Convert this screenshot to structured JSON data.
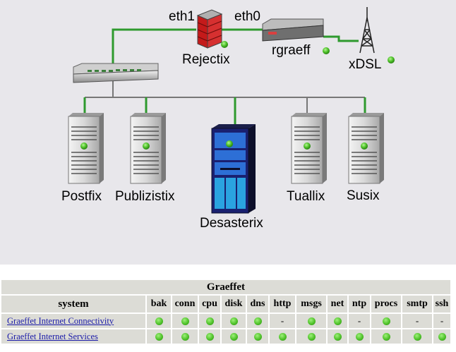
{
  "topology": {
    "nodes": {
      "firewall": {
        "name": "Rejectix",
        "iface_left": "eth1",
        "iface_right": "eth0"
      },
      "router": {
        "name": "rgraeff"
      },
      "uplink": {
        "name": "xDSL"
      },
      "servers": [
        {
          "name": "Postfix"
        },
        {
          "name": "Publizistix"
        },
        {
          "name": "Desasterix"
        },
        {
          "name": "Tuallix"
        },
        {
          "name": "Susix"
        }
      ]
    }
  },
  "status": {
    "group_title": "Graeffet",
    "system_header": "system",
    "columns": [
      "bak",
      "conn",
      "cpu",
      "disk",
      "dns",
      "http",
      "msgs",
      "net",
      "ntp",
      "procs",
      "smtp",
      "ssh"
    ],
    "rows": [
      {
        "label": "Graeffet Internet Connectivity",
        "cells": [
          "ok",
          "ok",
          "ok",
          "ok",
          "ok",
          "-",
          "ok",
          "ok",
          "-",
          "ok",
          "-",
          "-"
        ]
      },
      {
        "label": "Graeffet Internet Services",
        "cells": [
          "ok",
          "ok",
          "ok",
          "ok",
          "ok",
          "ok",
          "ok",
          "ok",
          "ok",
          "ok",
          "ok",
          "ok"
        ]
      }
    ],
    "dash_text": "-",
    "status_ok_color": "#4fc22a"
  }
}
